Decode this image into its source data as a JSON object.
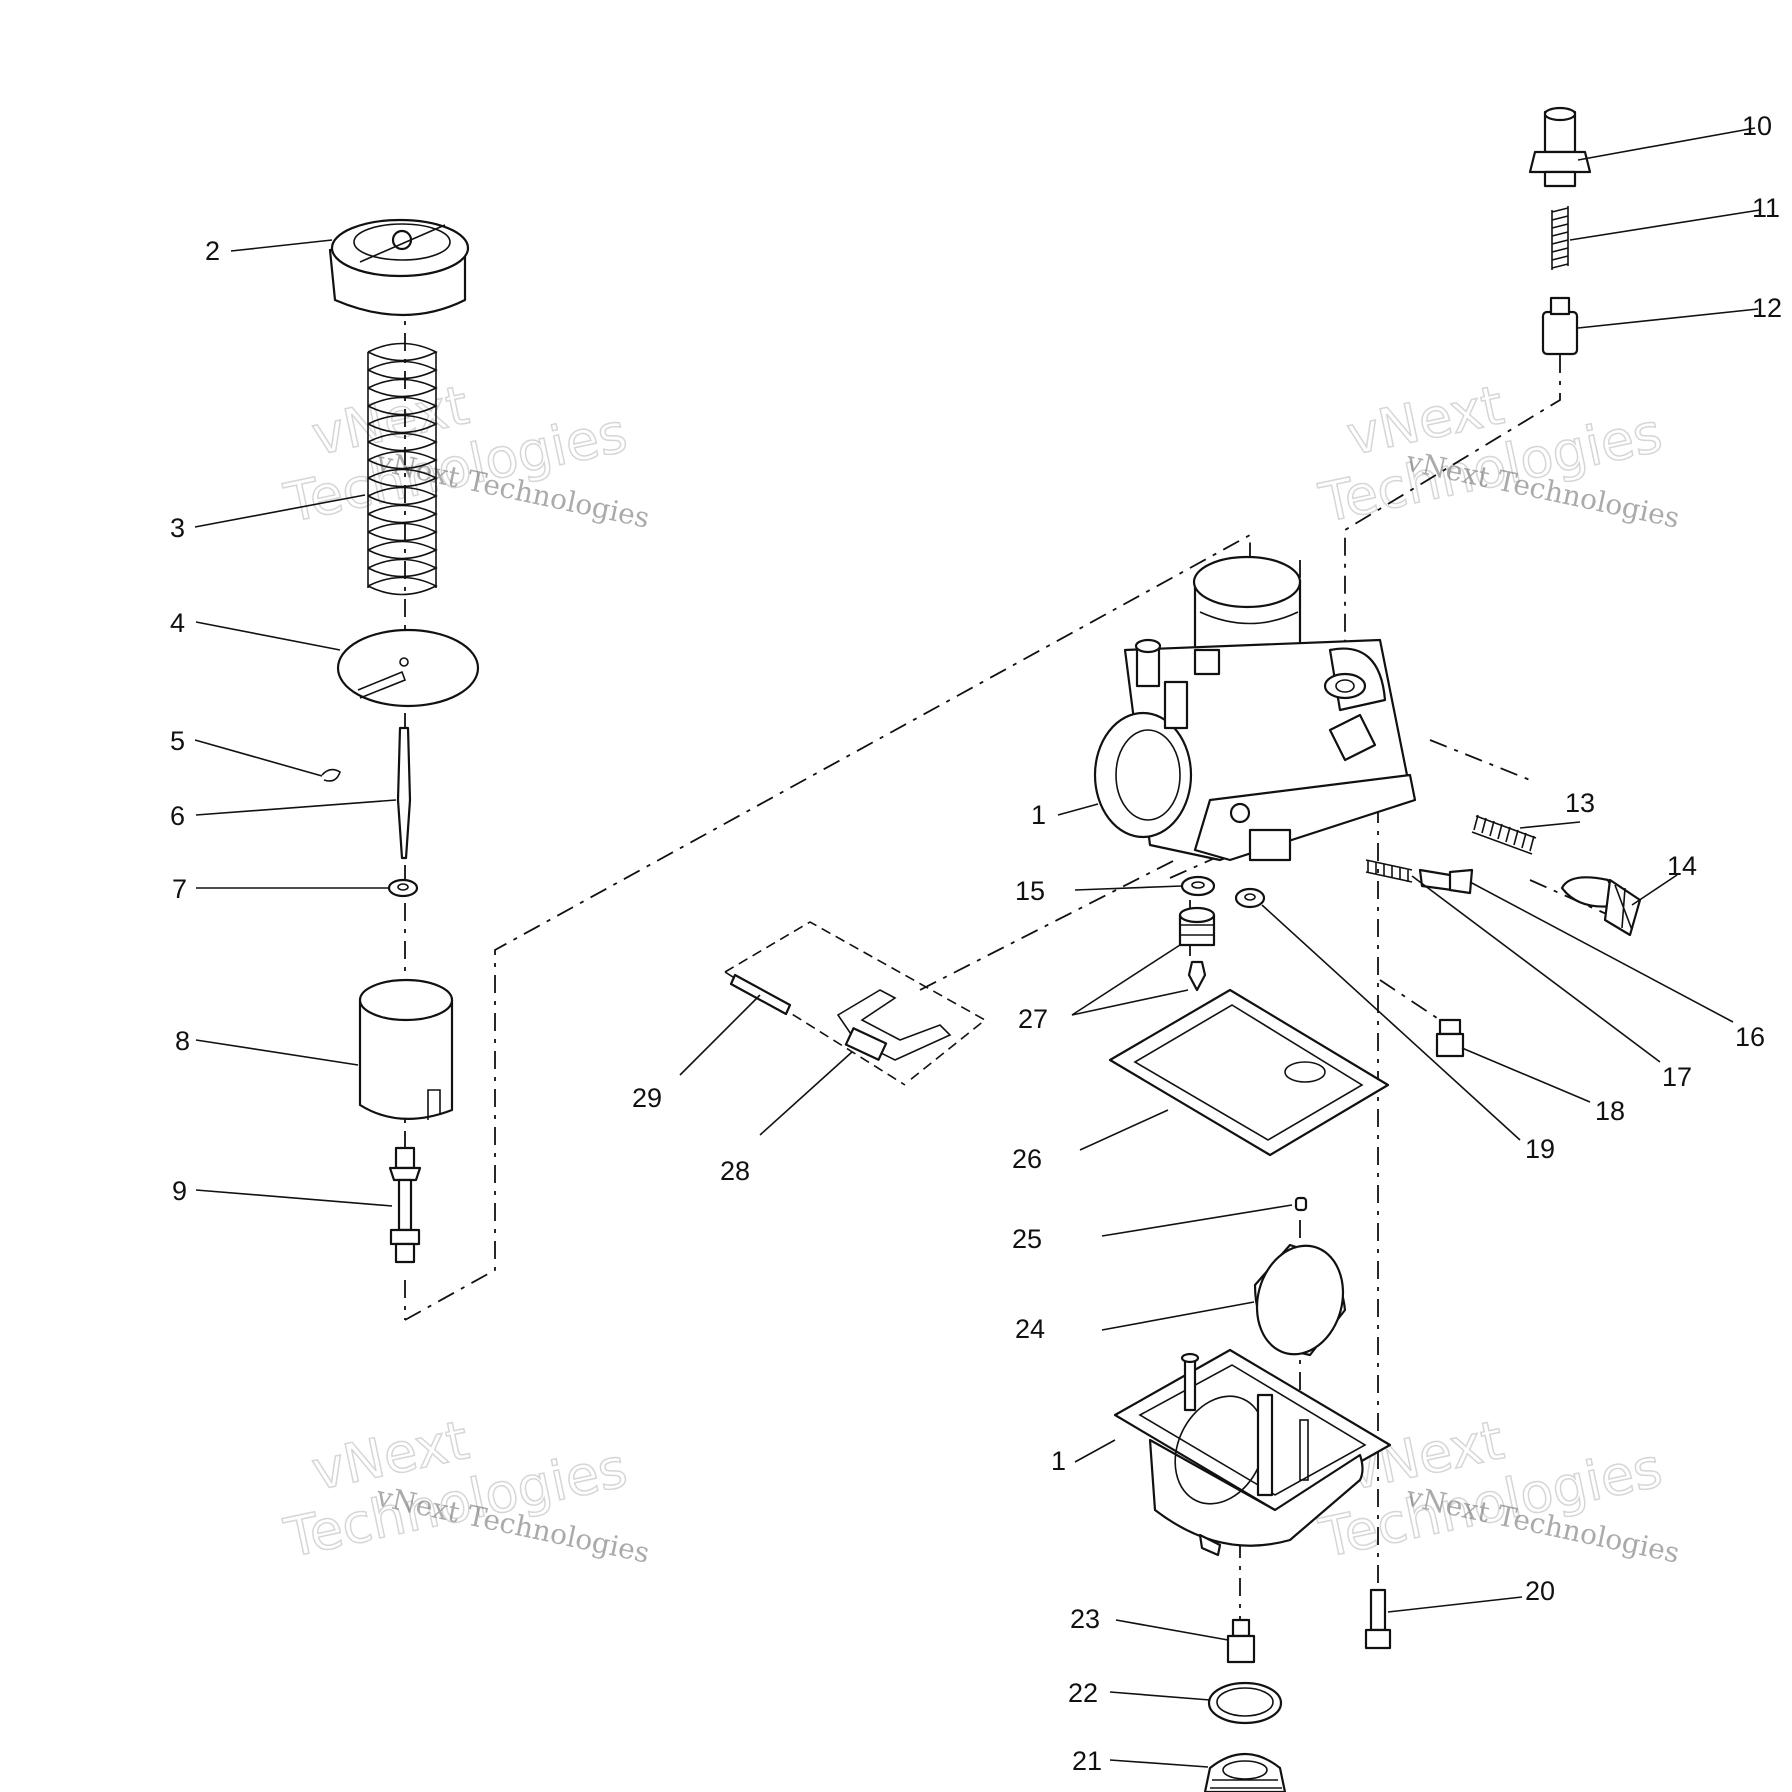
{
  "callouts": [
    {
      "id": "1a",
      "label": "1"
    },
    {
      "id": "1b",
      "label": "1"
    },
    {
      "id": "2",
      "label": "2"
    },
    {
      "id": "3",
      "label": "3"
    },
    {
      "id": "4",
      "label": "4"
    },
    {
      "id": "5",
      "label": "5"
    },
    {
      "id": "6",
      "label": "6"
    },
    {
      "id": "7",
      "label": "7"
    },
    {
      "id": "8",
      "label": "8"
    },
    {
      "id": "9",
      "label": "9"
    },
    {
      "id": "10",
      "label": "10"
    },
    {
      "id": "11",
      "label": "11"
    },
    {
      "id": "12",
      "label": "12"
    },
    {
      "id": "13",
      "label": "13"
    },
    {
      "id": "14",
      "label": "14"
    },
    {
      "id": "15",
      "label": "15"
    },
    {
      "id": "16",
      "label": "16"
    },
    {
      "id": "17",
      "label": "17"
    },
    {
      "id": "18",
      "label": "18"
    },
    {
      "id": "19",
      "label": "19"
    },
    {
      "id": "20",
      "label": "20"
    },
    {
      "id": "21",
      "label": "21"
    },
    {
      "id": "22",
      "label": "22"
    },
    {
      "id": "23",
      "label": "23"
    },
    {
      "id": "24",
      "label": "24"
    },
    {
      "id": "25",
      "label": "25"
    },
    {
      "id": "26",
      "label": "26"
    },
    {
      "id": "27",
      "label": "27"
    },
    {
      "id": "28",
      "label": "28"
    },
    {
      "id": "29",
      "label": "29"
    }
  ],
  "watermarks": [
    {
      "small": "vNext Technologies",
      "big_top": "vNext",
      "big_bottom": "Technologies"
    },
    {
      "small": "vNext Technologies",
      "big_top": "vNext",
      "big_bottom": "Technologies"
    },
    {
      "small": "vNext Technologies",
      "big_top": "vNext",
      "big_bottom": "Technologies"
    },
    {
      "small": "vNext Technologies",
      "big_top": "vNext",
      "big_bottom": "Technologies"
    }
  ]
}
